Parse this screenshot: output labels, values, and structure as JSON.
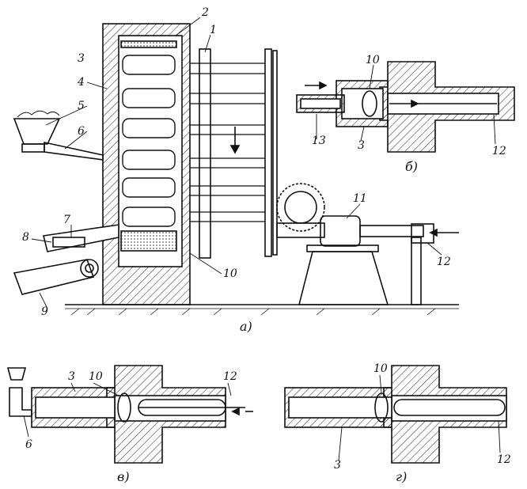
{
  "labels": {
    "n1": "1",
    "n2": "2",
    "n3_main": "3",
    "n4": "4",
    "n5": "5",
    "n6": "6",
    "n7": "7",
    "n8": "8",
    "n9": "9",
    "n10_main": "10",
    "n11": "11",
    "n12_main": "12",
    "n10_b": "10",
    "n13_b": "13",
    "n3_b": "3",
    "n12_b": "12",
    "n3_v": "3",
    "n10_v": "10",
    "n12_v": "12",
    "n6_v": "6",
    "n10_g": "10",
    "n3_g": "3",
    "n12_g": "12"
  },
  "captions": {
    "a": "a)",
    "b": "б)",
    "v": "в)",
    "g": "г)"
  }
}
